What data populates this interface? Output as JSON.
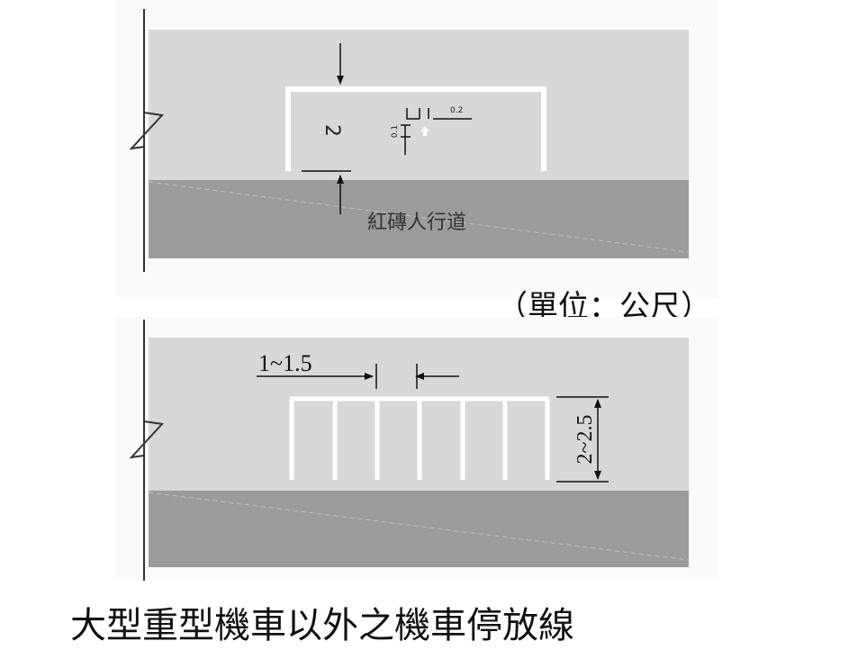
{
  "top_diagram": {
    "depth_label": "2",
    "line_width_label": "0.1",
    "gap_label": "0.2",
    "sidewalk_label": "紅磚人行道"
  },
  "unit_note": "（單位：公尺）",
  "bottom_diagram": {
    "stall_width_label": "1~1.5",
    "stall_depth_label": "2~2.5"
  },
  "caption": "大型重型機車以外之機車停放線",
  "colors": {
    "road": "#d8d8d8",
    "sidewalk": "#9b9b9b",
    "marking": "#ffffff",
    "line": "#111111"
  }
}
